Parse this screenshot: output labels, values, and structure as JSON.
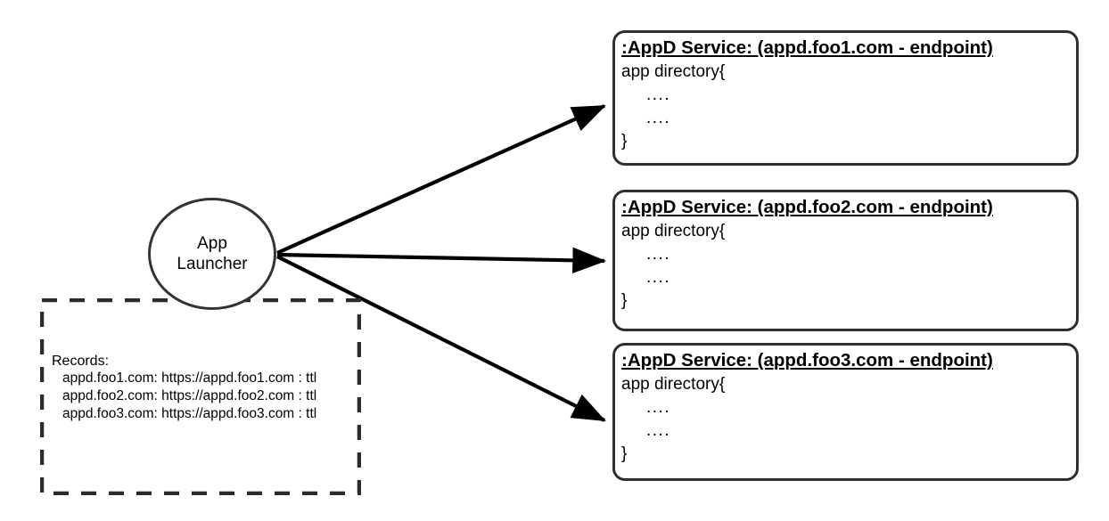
{
  "diagram": {
    "type": "architecture-flow",
    "background": "#ffffff",
    "stroke_color": "#000000",
    "node_stroke_color": "#333333",
    "box_stroke_color": "#2e2e2e"
  },
  "launcher": {
    "name": "App Launcher",
    "line1": "App",
    "line2": "Launcher"
  },
  "records": {
    "title": "Records:",
    "entries": [
      "appd.foo1.com: https://appd.foo1.com : ttl",
      "appd.foo2.com: https://appd.foo2.com : ttl",
      "appd.foo3.com: https://appd.foo3.com : ttl"
    ]
  },
  "services": [
    {
      "title": ":AppD Service: (appd.foo1.com - endpoint)",
      "open_line": "app directory{",
      "dots1": "....",
      "dots2": "....",
      "close_line": "}"
    },
    {
      "title": ":AppD Service: (appd.foo2.com - endpoint)",
      "open_line": "app directory{",
      "dots1": "....",
      "dots2": "....",
      "close_line": "}"
    },
    {
      "title": ":AppD Service: (appd.foo3.com - endpoint)",
      "open_line": "app directory{",
      "dots1": "....",
      "dots2": "....",
      "close_line": "}"
    }
  ],
  "connections": [
    {
      "from": "App Launcher",
      "to": ":AppD Service: (appd.foo1.com - endpoint)"
    },
    {
      "from": "App Launcher",
      "to": ":AppD Service: (appd.foo2.com - endpoint)"
    },
    {
      "from": "App Launcher",
      "to": ":AppD Service: (appd.foo3.com - endpoint)"
    }
  ]
}
